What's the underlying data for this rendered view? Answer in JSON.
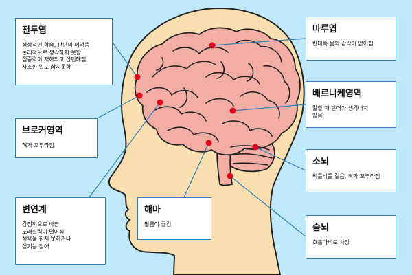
{
  "colors": {
    "background": "#bfe9fb",
    "head": "#f9deaf",
    "head_outline": "#222222",
    "brain": "#f2aea4",
    "brain_outline": "#222222",
    "marker": "#e3001b",
    "leader_line": "#2f7dbd"
  },
  "regions": {
    "frontal": {
      "title": "전두엽",
      "desc": "정상적인 학습, 판단의 어려움\n논리적으로 생각하지 못함\n집중력이 저하되고 산만해짐\n사소한 일도 참지못함"
    },
    "parietal": {
      "title": "마루엽",
      "desc": "반대쪽 몸의 감각이 없어짐"
    },
    "wernicke": {
      "title": "베르니케영역",
      "desc": "말할 때 단어가 생각나지\n않음"
    },
    "broca": {
      "title": "브로커영역",
      "desc": "혀가 꼬부라짐"
    },
    "cerebellum": {
      "title": "소뇌",
      "desc": "비틀비틀 걸음, 혀가 꼬부라짐"
    },
    "limbic": {
      "title": "변연계",
      "desc": "감정적으로 바뀜\n노래실력이 떨어짐\n성욕을 참지 못하거나\n성기능 장애"
    },
    "hippocampus": {
      "title": "해마",
      "desc": "필름이 끊김"
    },
    "medulla": {
      "title": "숨뇌",
      "desc": "호흡마비로 사망"
    }
  }
}
